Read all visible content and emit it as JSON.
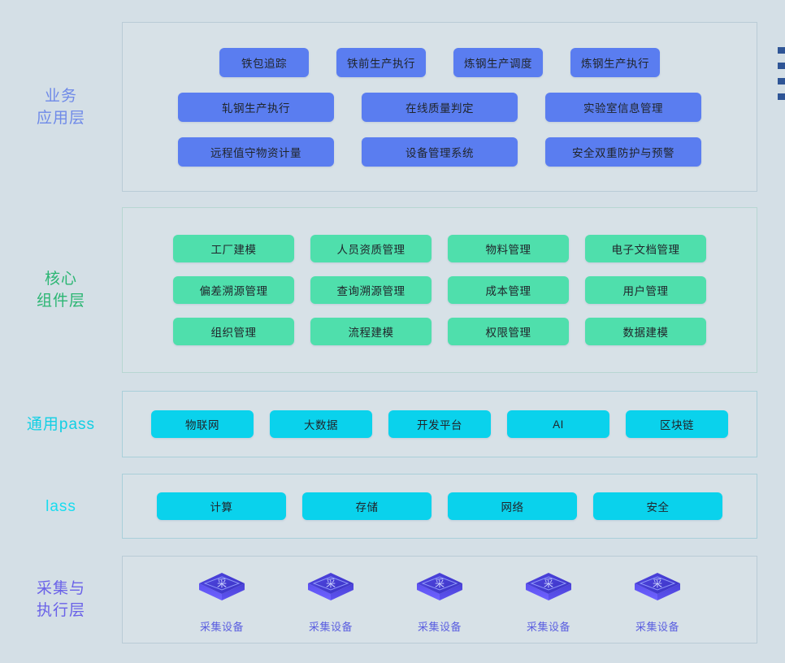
{
  "theme": {
    "background": "#d4dfe6",
    "blue_chip": "#5a7df0",
    "green_chip": "#4fdfac",
    "cyan_chip": "#0ad2ec",
    "blue_label": "#6f8ae8",
    "green_label": "#2bb673",
    "cyan_label": "#12cfe4",
    "indigo_label": "#6a62e8",
    "panel_border": "#b9cbd6",
    "legend_marker": "#2f5596"
  },
  "layers": [
    {
      "id": "business",
      "label": "业务\n应用层",
      "rows": [
        [
          "铁包追踪",
          "铁前生产执行",
          "炼钢生产调度",
          "炼钢生产执行"
        ],
        [
          "轧钢生产执行",
          "在线质量判定",
          "实验室信息管理"
        ],
        [
          "远程值守物资计量",
          "设备管理系统",
          "安全双重防护与预警"
        ]
      ]
    },
    {
      "id": "core",
      "label": "核心\n组件层",
      "rows": [
        [
          "工厂建模",
          "人员资质管理",
          "物料管理",
          "电子文档管理"
        ],
        [
          "偏差溯源管理",
          "查询溯源管理",
          "成本管理",
          "用户管理"
        ],
        [
          "组织管理",
          "流程建模",
          "权限管理",
          "数据建模"
        ]
      ]
    },
    {
      "id": "paas",
      "label": "通用pass",
      "rows": [
        [
          "物联网",
          "大数据",
          "开发平台",
          "AI",
          "区块链"
        ]
      ]
    },
    {
      "id": "iaas",
      "label": "lass",
      "rows": [
        [
          "计算",
          "存储",
          "网络",
          "安全"
        ]
      ]
    },
    {
      "id": "device",
      "label": "采集与\n执行层",
      "devices": [
        {
          "icon": "collection-device-cube-icon",
          "glyph": "采",
          "label": "采集设备"
        },
        {
          "icon": "collection-device-cube-icon",
          "glyph": "采",
          "label": "采集设备"
        },
        {
          "icon": "collection-device-cube-icon",
          "glyph": "采",
          "label": "采集设备"
        },
        {
          "icon": "collection-device-cube-icon",
          "glyph": "采",
          "label": "采集设备"
        },
        {
          "icon": "collection-device-cube-icon",
          "glyph": "采",
          "label": "采集设备"
        }
      ]
    }
  ],
  "legend": {
    "marker_count": 4,
    "marker_color": "#2f5596"
  },
  "b": {
    "r1": [
      "铁包追踪",
      "铁前生产执行",
      "炼钢生产调度",
      "炼钢生产执行"
    ],
    "r2": [
      "轧钢生产执行",
      "在线质量判定",
      "实验室信息管理"
    ],
    "r3": [
      "远程值守物资计量",
      "设备管理系统",
      "安全双重防护与预警"
    ]
  },
  "c": {
    "r1": [
      "工厂建模",
      "人员资质管理",
      "物料管理",
      "电子文档管理"
    ],
    "r2": [
      "偏差溯源管理",
      "查询溯源管理",
      "成本管理",
      "用户管理"
    ],
    "r3": [
      "组织管理",
      "流程建模",
      "权限管理",
      "数据建模"
    ]
  },
  "p": {
    "r1": [
      "物联网",
      "大数据",
      "开发平台",
      "AI",
      "区块链"
    ]
  },
  "i": {
    "r1": [
      "计算",
      "存储",
      "网络",
      "安全"
    ]
  },
  "d": {
    "items": [
      "采集设备",
      "采集设备",
      "采集设备",
      "采集设备",
      "采集设备"
    ],
    "glyph": "采"
  }
}
